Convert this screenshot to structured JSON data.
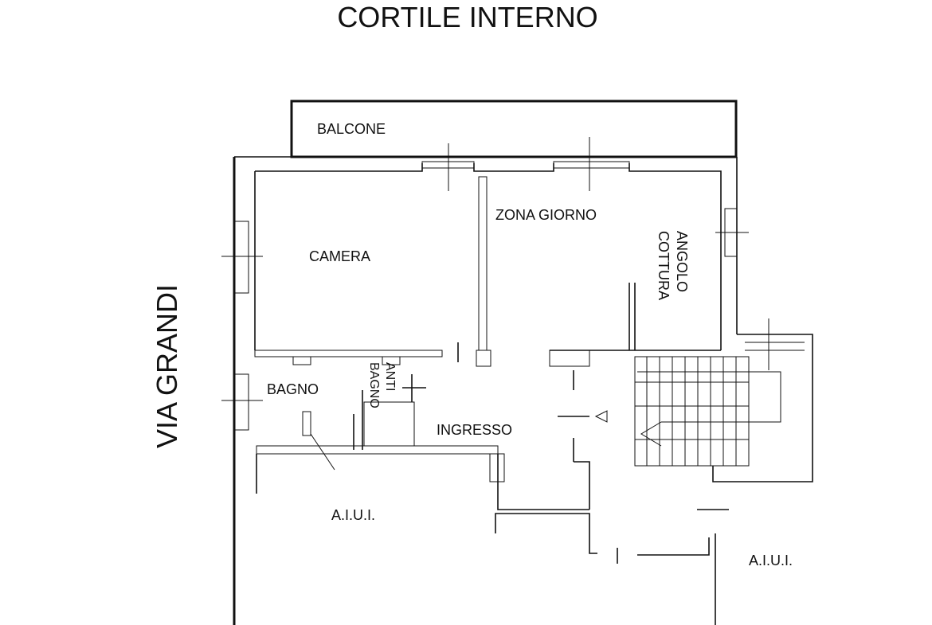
{
  "plan": {
    "top_label": "CORTILE INTERNO",
    "street_label": "VIA GRANDI",
    "rooms": {
      "balcony": "BALCONE",
      "living": "ZONA GIORNO",
      "kitchen_line1": "ANGOLO",
      "kitchen_line2": "COTTURA",
      "bedroom": "CAMERA",
      "bathroom": "BAGNO",
      "antibath_line1": "ANTI",
      "antibath_line2": "BAGNO",
      "entrance": "INGRESSO",
      "other_unit_left": "A.I.U.I.",
      "other_unit_right": "A.I.U.I."
    }
  }
}
